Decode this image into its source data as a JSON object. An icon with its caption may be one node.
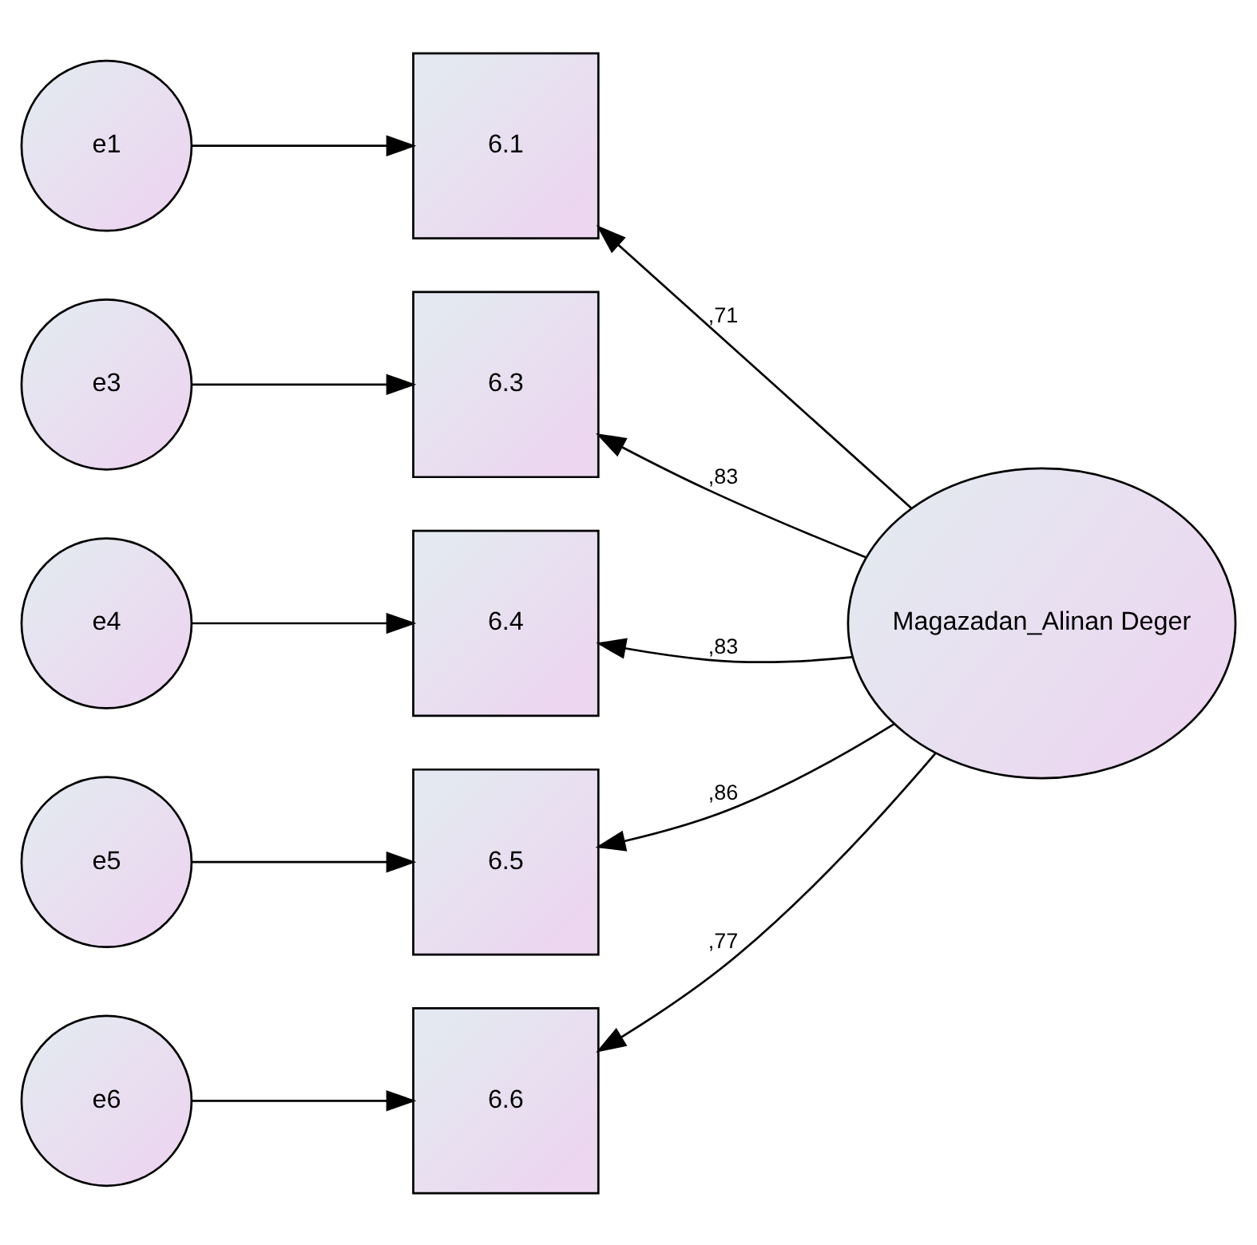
{
  "diagram": {
    "nodes": [
      {
        "text": [
          "e1"
        ]
      },
      {
        "text": [
          "6.1"
        ]
      },
      {
        "text": [
          "e3"
        ]
      },
      {
        "text": [
          "6.3"
        ]
      },
      {
        "text": [
          "e4"
        ]
      },
      {
        "text": [
          "6.4"
        ]
      },
      {
        "text": [
          "e5"
        ]
      },
      {
        "text": [
          "6.5"
        ]
      },
      {
        "text": [
          "e6"
        ]
      },
      {
        "text": [
          "6.6"
        ]
      },
      {
        "text": [
          "Magazadan_Alinan Deger"
        ]
      }
    ],
    "edges": [
      {
        "from": 0,
        "to": 1,
        "arrow": "to"
      },
      {
        "from": 2,
        "to": 3,
        "arrow": "to"
      },
      {
        "from": 4,
        "to": 5,
        "arrow": "to"
      },
      {
        "from": 6,
        "to": 7,
        "arrow": "to"
      },
      {
        "from": 8,
        "to": 9,
        "arrow": "to"
      },
      {
        "from": 10,
        "to": 1,
        "arrow": "to",
        "label": ",71"
      },
      {
        "from": 10,
        "to": 3,
        "arrow": "to",
        "label": ",83"
      },
      {
        "from": 10,
        "to": 5,
        "arrow": "to",
        "label": ",83"
      },
      {
        "from": 10,
        "to": 7,
        "arrow": "to",
        "label": ",86"
      },
      {
        "from": 10,
        "to": 9,
        "arrow": "to",
        "label": ",77"
      }
    ]
  }
}
